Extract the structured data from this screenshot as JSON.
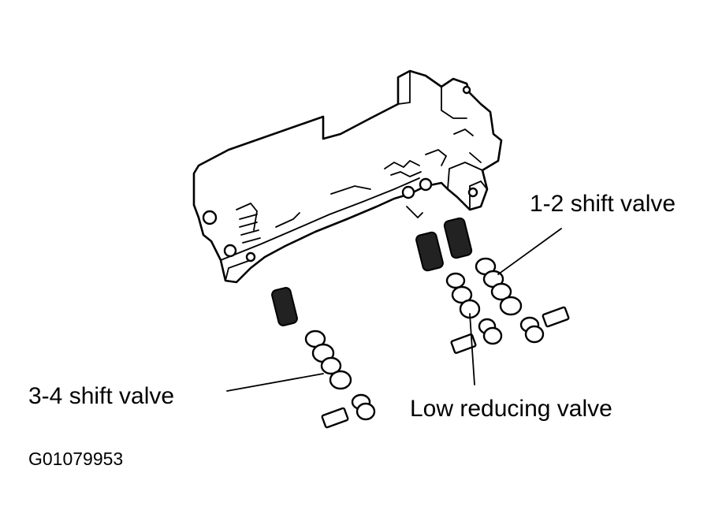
{
  "labels": {
    "shift_12": "1-2 shift valve",
    "shift_34": "3-4 shift valve",
    "low_reducing": "Low reducing valve"
  },
  "figure_code": "G01079953"
}
